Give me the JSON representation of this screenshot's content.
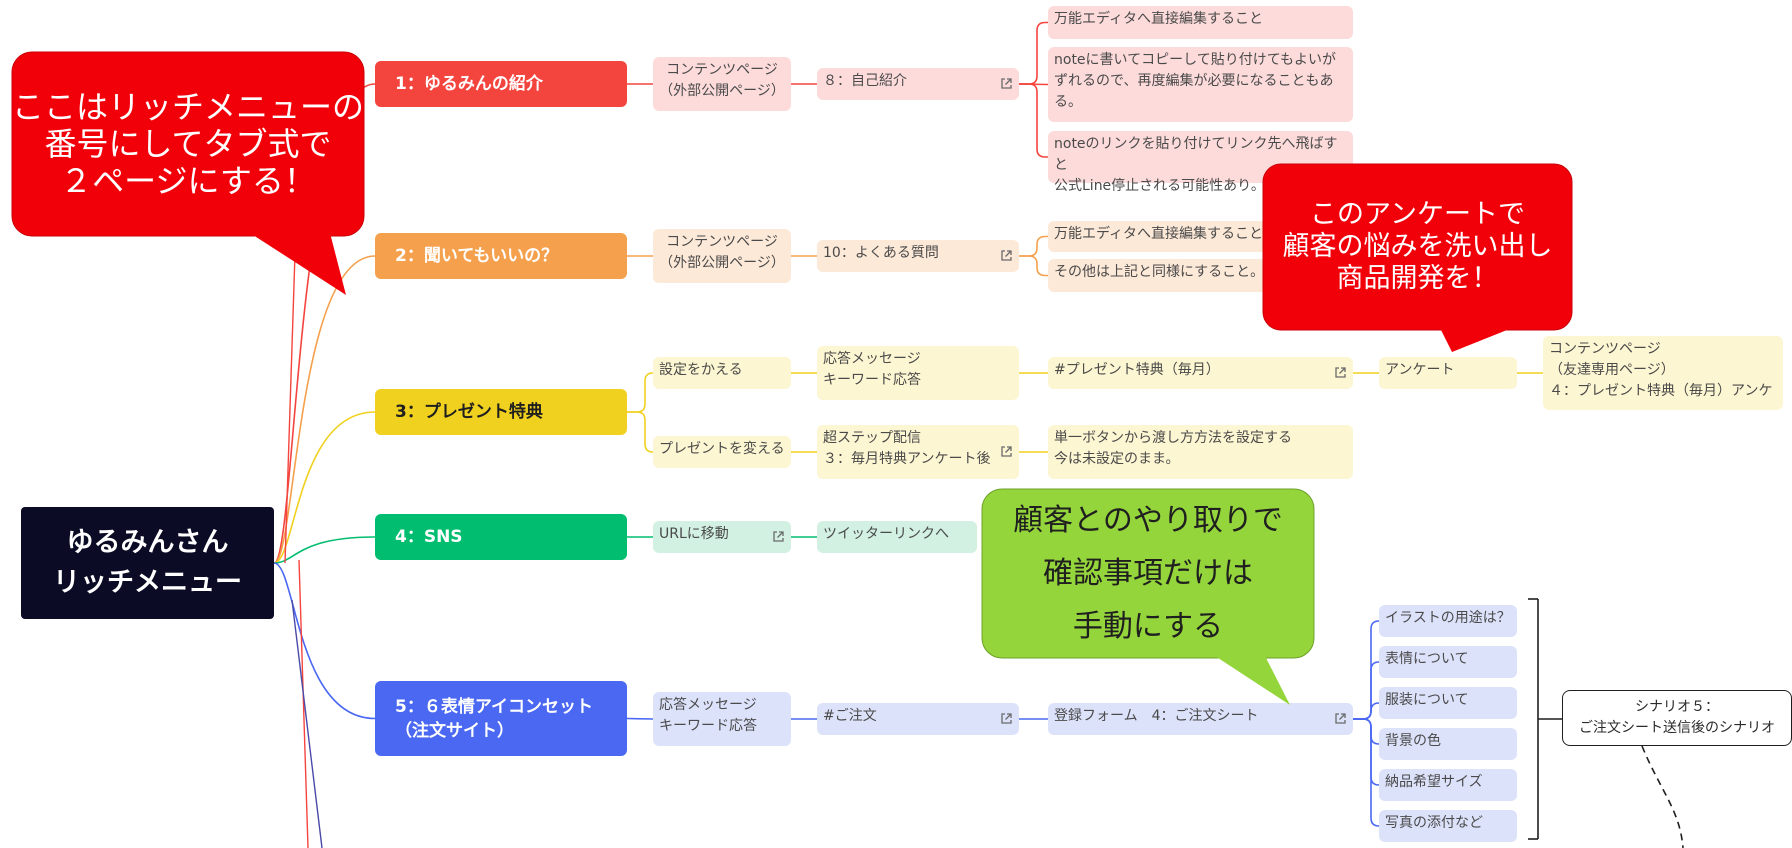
{
  "root": {
    "label": "ゆるみんさん\nリッチメニュー"
  },
  "colors": {
    "b1": "#f4443e",
    "b2": "#f5a04c",
    "b3": "#f1d11f",
    "b4": "#00bd6f",
    "b5": "#4a68f2",
    "extra": "#4a4aa8",
    "n1": "#fddbdb",
    "n2": "#fde9d8",
    "n3": "#fdf6d2",
    "n4": "#d2f1e2",
    "n5": "#dde2fb",
    "callout_red": "#f2000a",
    "callout_green": "#95d53c"
  },
  "branches": [
    {
      "label": "1：ゆるみんの紹介",
      "children": [
        {
          "label": "コンテンツページ\n（外部公開ページ）",
          "children": [
            {
              "label": "８：自己紹介",
              "link": true,
              "children": [
                {
                  "label": "万能エディタへ直接編集すること"
                },
                {
                  "label": "noteに書いてコピーして貼り付けてもよいが\nずれるので、再度編集が必要になることもあ\nる。"
                },
                {
                  "label": "noteのリンクを貼り付けてリンク先へ飛ばすと\n公式Line停止される可能性あり。要注意！"
                }
              ]
            }
          ]
        }
      ]
    },
    {
      "label": "2：聞いてもいいの？",
      "children": [
        {
          "label": "コンテンツページ\n（外部公開ページ）",
          "children": [
            {
              "label": "10：よくある質問",
              "link": true,
              "children": [
                {
                  "label": "万能エディタへ直接編集すること"
                },
                {
                  "label": "その他は上記と同様にすること。"
                }
              ]
            }
          ]
        }
      ]
    },
    {
      "label": "3：プレゼント特典",
      "children": [
        {
          "label": "設定をかえる",
          "children": [
            {
              "label": "応答メッセージ\nキーワード応答",
              "children": [
                {
                  "label": "#プレゼント特典（毎月）",
                  "link": true,
                  "children": [
                    {
                      "label": "アンケート",
                      "children": [
                        {
                          "label": "コンテンツページ\n（友達専用ページ）\n４：プレゼント特典（毎月）アンケ"
                        }
                      ]
                    }
                  ]
                }
              ]
            }
          ]
        },
        {
          "label": "プレゼントを変える",
          "children": [
            {
              "label": "超ステップ配信\n３：毎月特典アンケート後",
              "link": true,
              "children": [
                {
                  "label": "単一ボタンから渡し方方法を設定する\n今は未設定のまま。"
                }
              ]
            }
          ]
        }
      ]
    },
    {
      "label": "4：SNS",
      "children": [
        {
          "label": "URLに移動",
          "link": true,
          "children": [
            {
              "label": "ツイッターリンクへ"
            }
          ]
        }
      ]
    },
    {
      "label": "5：６表情アイコンセット\n（注文サイト）",
      "children": [
        {
          "label": "応答メッセージ\nキーワード応答",
          "children": [
            {
              "label": "#ご注文",
              "link": true,
              "children": [
                {
                  "label": "登録フォーム　4：ご注文シート",
                  "link": true,
                  "children": [
                    {
                      "label": "イラストの用途は？"
                    },
                    {
                      "label": "表情について"
                    },
                    {
                      "label": "服装について"
                    },
                    {
                      "label": "背景の色"
                    },
                    {
                      "label": "納品希望サイズ"
                    },
                    {
                      "label": "写真の添付など"
                    }
                  ]
                }
              ]
            }
          ]
        }
      ]
    }
  ],
  "summary": {
    "label": "シナリオ５：\nご注文シート送信後のシナリオ"
  },
  "callouts": [
    {
      "text": "ここはリッチメニューの\n番号にしてタブ式で\n２ページにする！",
      "color": "#f2000a"
    },
    {
      "text": "このアンケートで\n顧客の悩みを洗い出し\n商品開発を！",
      "color": "#f2000a"
    },
    {
      "text": "顧客とのやり取りで\n確認事項だけは\n手動にする",
      "color": "#95d53c"
    }
  ]
}
